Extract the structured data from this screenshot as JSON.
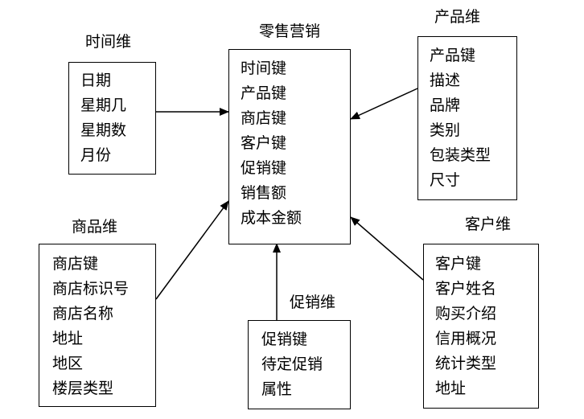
{
  "diagram": {
    "fact": {
      "title": "零售营销",
      "items": [
        "时间键",
        "产品键",
        "商店键",
        "客户键",
        "促销键",
        "销售额",
        "成本金额"
      ]
    },
    "time": {
      "title": "时间维",
      "items": [
        "日期",
        "星期几",
        "星期数",
        "月份"
      ]
    },
    "product": {
      "title": "产品维",
      "items": [
        "产品键",
        "描述",
        "品牌",
        "类别",
        "包装类型",
        "尺寸"
      ]
    },
    "store": {
      "title": "商品维",
      "items": [
        "商店键",
        "商店标识号",
        "商店名称",
        "地址",
        "地区",
        "楼层类型"
      ]
    },
    "promotion": {
      "title": "促销维",
      "items": [
        "促销键",
        "待定促销",
        "属性"
      ]
    },
    "customer": {
      "title": "客户维",
      "items": [
        "客户键",
        "客户姓名",
        "购买介绍",
        "信用概况",
        "统计类型",
        "地址"
      ]
    }
  }
}
